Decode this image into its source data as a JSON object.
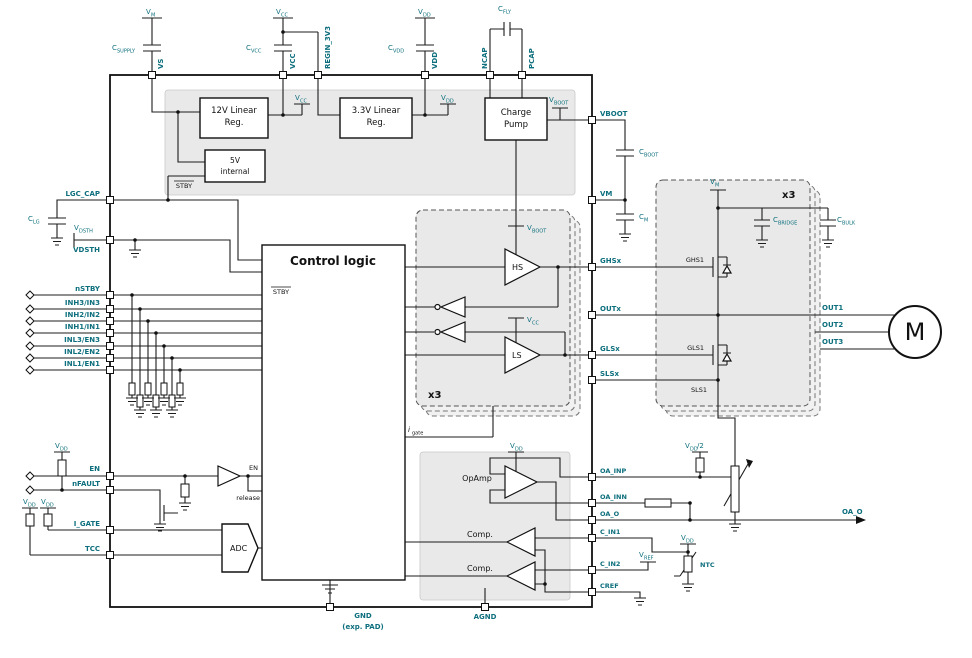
{
  "colors": {
    "accent_teal": "#0d6f7d",
    "block_fill": "#e9e9e9",
    "line": "#1c1c1c",
    "background": "#ffffff"
  },
  "blocks": {
    "reg12_line1": "12V Linear",
    "reg12_line2": "Reg.",
    "reg33_line1": "3.3V Linear",
    "reg33_line2": "Reg.",
    "charge_pump_line1": "Charge",
    "charge_pump_line2": "Pump",
    "reg5_line1": "5V",
    "reg5_line2": "internal",
    "control_logic": "Control logic",
    "hs_driver": "HS",
    "ls_driver": "LS",
    "adc": "ADC",
    "opamp": "OpAmp",
    "comp1": "Comp.",
    "comp2": "Comp.",
    "x3_driver": "x3",
    "x3_bridge": "x3",
    "motor": "M",
    "stby_reg": "STBY",
    "stby_logic": "STBY",
    "en_signal": "EN",
    "release_signal": "release"
  },
  "pins": {
    "vs": "VS",
    "vcc": "VCC",
    "regin_3v3": "REGIN_3V3",
    "vdd": "VDD",
    "ncap": "NCAP",
    "pcap": "PCAP",
    "vboot": "VBOOT",
    "vm": "VM",
    "ghsx": "GHSx",
    "outx": "OUTx",
    "glsx": "GLSx",
    "slsx": "SLSx",
    "oa_inp": "OA_INP",
    "oa_inn": "OA_INN",
    "oa_o": "OA_O",
    "c_in1": "C_IN1",
    "c_in2": "C_IN2",
    "cref": "CREF",
    "lgc_cap": "LGC_CAP",
    "vdsth": "VDSTH",
    "nstby": "nSTBY",
    "inh3": "INH3/IN3",
    "inh2": "INH2/IN2",
    "inh1": "INH1/IN1",
    "inl3": "INL3/EN3",
    "inl2": "INL2/EN2",
    "inl1": "INL1/EN1",
    "en": "EN",
    "nfault": "nFAULT",
    "i_gate": "I_GATE",
    "tcc": "TCC",
    "gnd_line1": "GND",
    "gnd_line2": "(exp. PAD)",
    "agnd": "AGND"
  },
  "nets": {
    "out1": "OUT1",
    "out2": "OUT2",
    "out3": "OUT3",
    "oa_o_out": "OA_O",
    "ntc": "NTC",
    "ghs1": "GHS1",
    "gls1": "GLS1",
    "sls1": "SLS1"
  },
  "sub_labels": {
    "vm_top": {
      "base": "V",
      "sub": "M"
    },
    "c_supply": {
      "base": "C",
      "sub": "SUPPLY"
    },
    "vcc_top": {
      "base": "V",
      "sub": "CC"
    },
    "c_vcc": {
      "base": "C",
      "sub": "VCC"
    },
    "vdd_top": {
      "base": "V",
      "sub": "DD"
    },
    "c_vdd": {
      "base": "C",
      "sub": "VDD"
    },
    "c_fly": {
      "base": "C",
      "sub": "FLY"
    },
    "vcc_int": {
      "base": "V",
      "sub": "CC"
    },
    "vdd_int": {
      "base": "V",
      "sub": "DD"
    },
    "vboot_int": {
      "base": "V",
      "sub": "BOOT"
    },
    "c_boot": {
      "base": "C",
      "sub": "BOOT"
    },
    "c_m": {
      "base": "C",
      "sub": "M"
    },
    "vm_bridge": {
      "base": "V",
      "sub": "M"
    },
    "c_bridge": {
      "base": "C",
      "sub": "BRIDGE"
    },
    "c_bulk": {
      "base": "C",
      "sub": "BULK"
    },
    "c_lg": {
      "base": "C",
      "sub": "LG"
    },
    "vdsth_src": {
      "base": "V",
      "sub": "DSTH"
    },
    "vboot_drv": {
      "base": "V",
      "sub": "BOOT"
    },
    "vcc_drv": {
      "base": "V",
      "sub": "CC"
    },
    "i_gate_sig": {
      "base": "i",
      "sub": "gate"
    },
    "vdd_en": {
      "base": "V",
      "sub": "DD"
    },
    "vdd_tcc": {
      "base": "V",
      "sub": "DD"
    },
    "vdd_igate": {
      "base": "V",
      "sub": "DD"
    },
    "vdd_opamp": {
      "base": "V",
      "sub": "DD"
    },
    "vdd_half": {
      "base": "V",
      "sub": "DD",
      "suffix": "/2"
    },
    "vdd_ntc": {
      "base": "V",
      "sub": "DD"
    },
    "vref": {
      "base": "V",
      "sub": "REF"
    }
  }
}
